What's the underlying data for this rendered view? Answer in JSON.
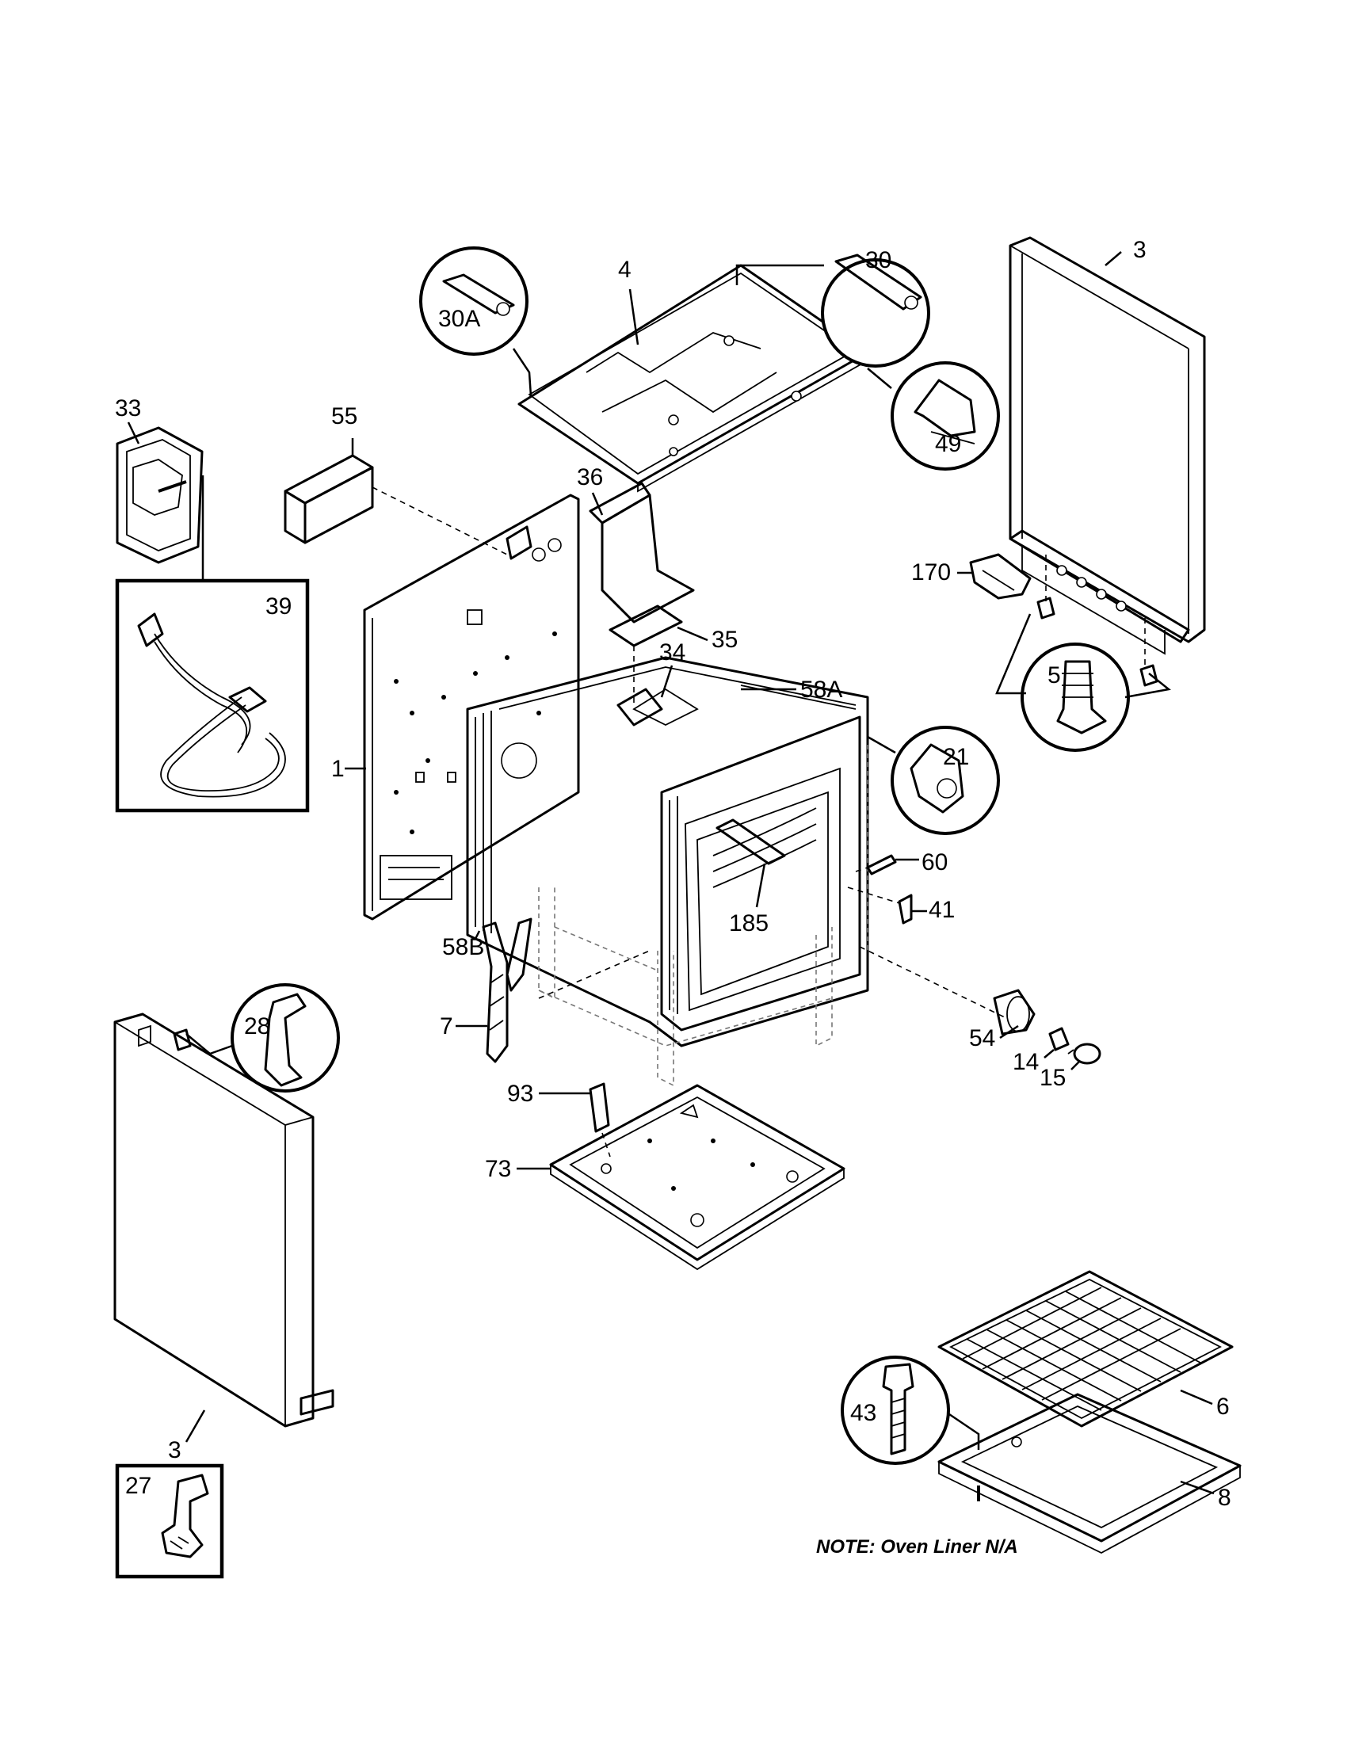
{
  "labels": {
    "p1": "1",
    "p3_back": "3",
    "p3_side": "3",
    "p4": "4",
    "p5": "5",
    "p6": "6",
    "p7": "7",
    "p8": "8",
    "p14": "14",
    "p15": "15",
    "p21": "21",
    "p27": "27",
    "p28": "28",
    "p30": "30",
    "p30a": "30A",
    "p33": "33",
    "p34": "34",
    "p35": "35",
    "p36": "36",
    "p39": "39",
    "p41": "41",
    "p43": "43",
    "p49": "49",
    "p54": "54",
    "p55": "55",
    "p58a": "58A",
    "p58b": "58B",
    "p60": "60",
    "p73": "73",
    "p93": "93",
    "p170": "170",
    "p185": "185"
  },
  "note": "NOTE: Oven Liner N/A"
}
